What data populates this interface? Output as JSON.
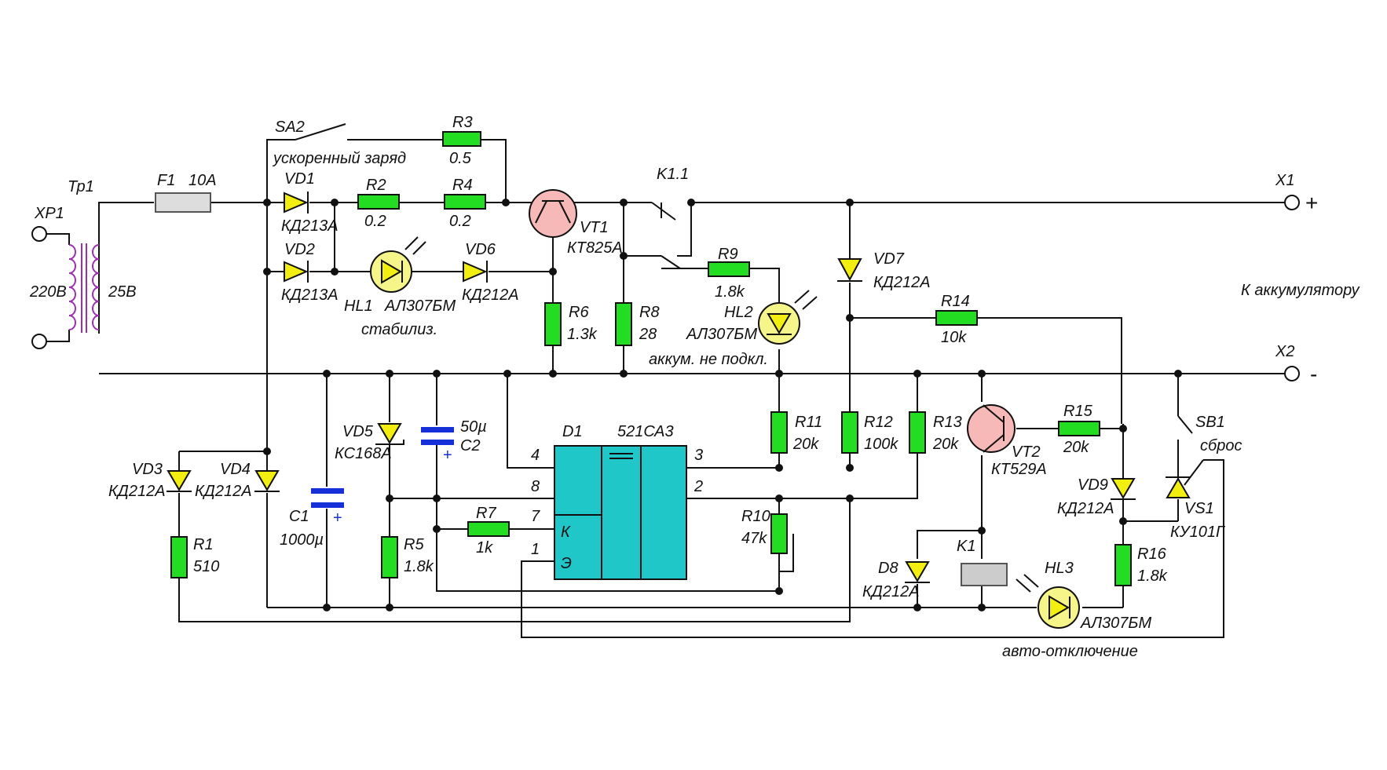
{
  "labels": {
    "xp1": "XP1",
    "tp1": "Тр1",
    "v220": "220В",
    "v25": "25В",
    "f1": "F1",
    "f1_rating": "10А",
    "sa2": "SA2",
    "sa2_desc": "ускоренный заряд",
    "r3": "R3",
    "r3_val": "0.5",
    "vd1": "VD1",
    "vd1_type": "КД213А",
    "r2": "R2",
    "r2_val": "0.2",
    "r4": "R4",
    "r4_val": "0.2",
    "vd2": "VD2",
    "vd2_type": "КД213А",
    "hl1": "HL1",
    "hl1_type": "АЛ307БМ",
    "hl1_desc": "стабилиз.",
    "vd6": "VD6",
    "vd6_type": "КД212А",
    "vt1": "VT1",
    "vt1_type": "КТ825А",
    "k11": "K1.1",
    "r6": "R6",
    "r6_val": "1.3k",
    "r8": "R8",
    "r8_val": "28",
    "r9": "R9",
    "r9_val": "1.8k",
    "hl2": "HL2",
    "hl2_type": "АЛ307БМ",
    "hl2_desc": "аккум. не подкл.",
    "vd7": "VD7",
    "vd7_type": "КД212А",
    "r14": "R14",
    "r14_val": "10k",
    "x1": "X1",
    "x1_sign": "+",
    "battery": "К аккумулятору",
    "x2": "X2",
    "x2_sign": "-",
    "vd3": "VD3",
    "vd3_type": "КД212А",
    "vd4": "VD4",
    "vd4_type": "КД212А",
    "r1": "R1",
    "r1_val": "510",
    "c1": "C1",
    "c1_val": "1000µ",
    "c1_plus": "+",
    "vd5": "VD5",
    "vd5_type": "КС168А",
    "c2": "C2",
    "c2_val": "50µ",
    "c2_plus": "+",
    "r5": "R5",
    "r5_val": "1.8k",
    "d1": "D1",
    "d1_type": "521СА3",
    "pin4": "4",
    "pin8": "8",
    "pin7": "7",
    "pin1": "1",
    "pin3": "3",
    "pin2": "2",
    "pin_k": "К",
    "pin_e": "Э",
    "r7": "R7",
    "r7_val": "1k",
    "r10": "R10",
    "r10_val": "47k",
    "r11": "R11",
    "r11_val": "20k",
    "r12": "R12",
    "r12_val": "100k",
    "r13": "R13",
    "r13_val": "20k",
    "vt2": "VT2",
    "vt2_type": "КТ529А",
    "r15": "R15",
    "r15_val": "20k",
    "sb1": "SB1",
    "sb1_desc": "сброс",
    "vd9": "VD9",
    "vd9_type": "КД212А",
    "vs1": "VS1",
    "vs1_type": "КУ101Г",
    "r16": "R16",
    "r16_val": "1.8k",
    "d8": "D8",
    "d8_type": "КД212А",
    "k1": "K1",
    "hl3": "HL3",
    "hl3_type": "АЛ307БМ",
    "auto_off": "авто-отключение"
  },
  "colors": {
    "resistor": "#22dd22",
    "diode": "#f2ee10",
    "ic": "#1fc7c9",
    "transistor": "#f7b8b8",
    "led": "#f5f58a",
    "capacitor": "#1530d8",
    "coil": "#9b2fb0",
    "wire": "#111111"
  }
}
